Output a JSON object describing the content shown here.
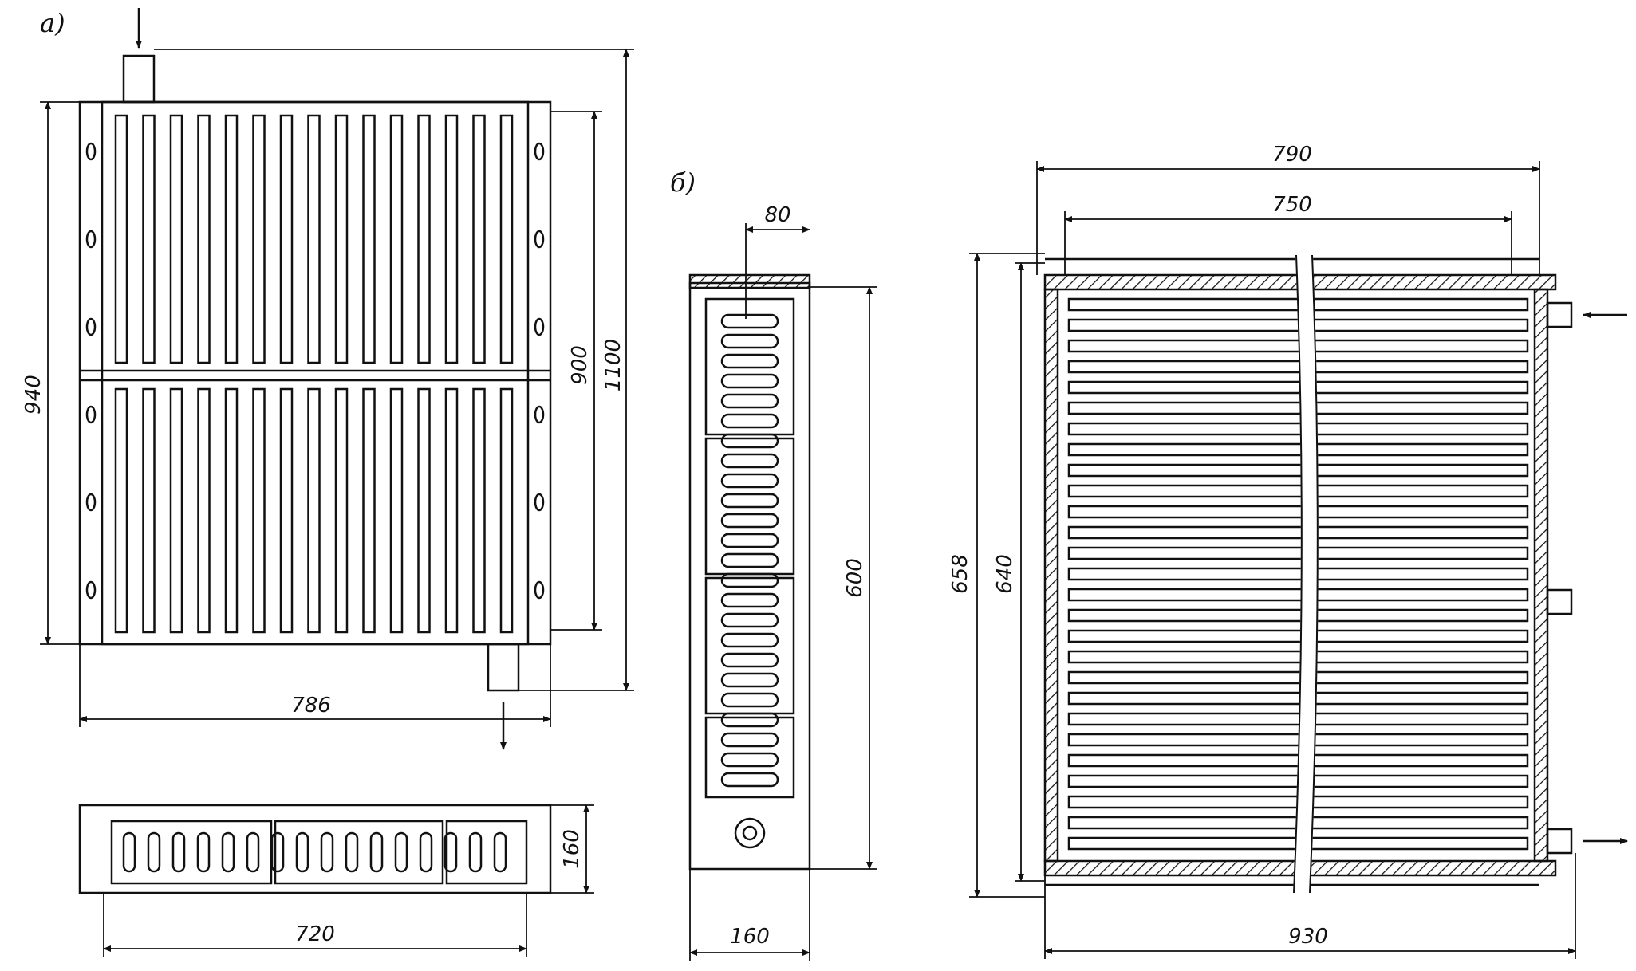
{
  "figure": {
    "view_a_label": "a)",
    "view_b_label": "б)",
    "dims_a": {
      "height_940": "940",
      "height_900": "900",
      "height_1100": "1100",
      "width_786": "786",
      "side_width_720": "720",
      "side_height_160": "160"
    },
    "dims_b_side": {
      "top_80": "80",
      "height_600": "600",
      "width_160": "160"
    },
    "dims_b_front": {
      "width_790": "790",
      "width_750": "750",
      "height_658": "658",
      "height_640": "640",
      "width_930": "930"
    }
  }
}
